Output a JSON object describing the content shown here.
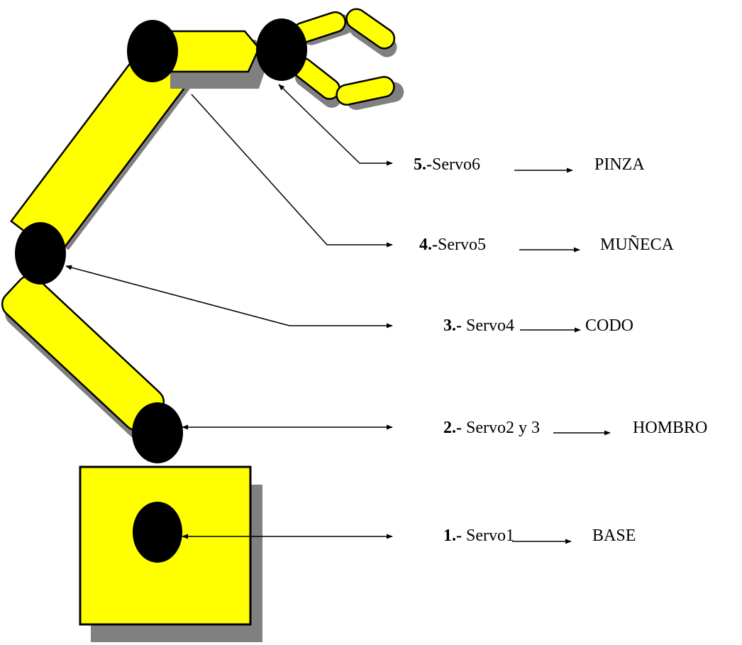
{
  "colors": {
    "part_fill": "#ffff00",
    "joint_fill": "#000000",
    "shadow": "#808080",
    "outline": "#000000",
    "background": "#ffffff"
  },
  "labels": [
    {
      "num": "5.-",
      "servo": "Servo6",
      "part": "PINZA"
    },
    {
      "num": "4.-",
      "servo": "Servo5",
      "part": "MUÑECA"
    },
    {
      "num": "3.-",
      "servo": " Servo4",
      "part": "CODO"
    },
    {
      "num": "2.-",
      "servo": " Servo2 y 3",
      "part": "HOMBRO"
    },
    {
      "num": "1.-",
      "servo": " Servo1",
      "part": "BASE"
    }
  ]
}
